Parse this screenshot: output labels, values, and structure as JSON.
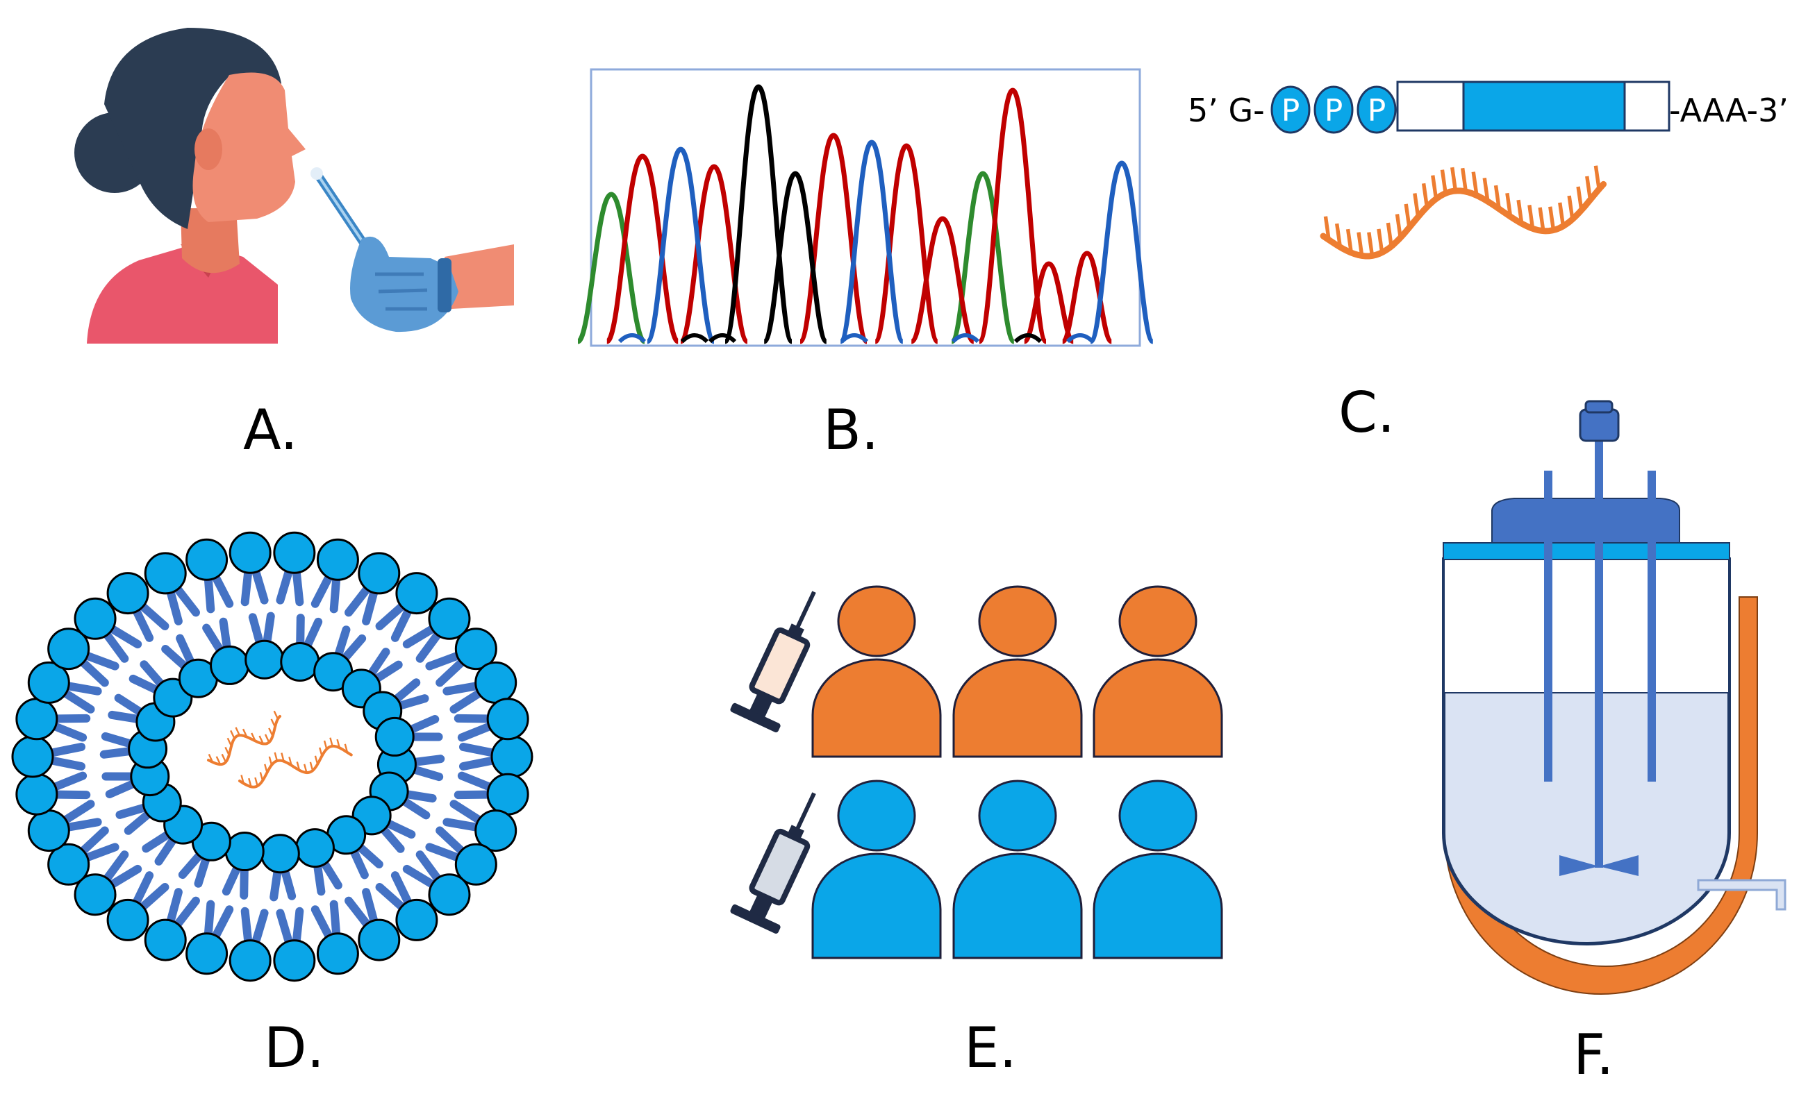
{
  "panels": {
    "a": {
      "label": "A."
    },
    "b": {
      "label": "B."
    },
    "c": {
      "label": "C.",
      "prefix": "5’ G-",
      "phosphate": "P",
      "suffix": "-AAA-3’"
    },
    "d": {
      "label": "D."
    },
    "e": {
      "label": "E."
    },
    "f": {
      "label": "F."
    }
  },
  "colors": {
    "blue": "#0aa6e8",
    "dark_blue": "#4472c4",
    "orange": "#ed7d31",
    "trace_green": "#2e8b2e",
    "trace_red": "#c00000",
    "trace_blue": "#1f5fbf",
    "trace_black": "#000000",
    "skin": "#f08c73",
    "hair": "#2b3c52",
    "shirt": "#e9566b",
    "glove": "#5b9bd5",
    "liquid": "#dae3f3"
  },
  "icons": {
    "a": "nasal-swab-icon",
    "b": "sequencing-chromatogram",
    "c": "mrna-strand-icon",
    "d": "lipid-nanoparticle-icon",
    "e": "vaccine-trial-groups-icon",
    "f": "bioreactor-icon"
  }
}
